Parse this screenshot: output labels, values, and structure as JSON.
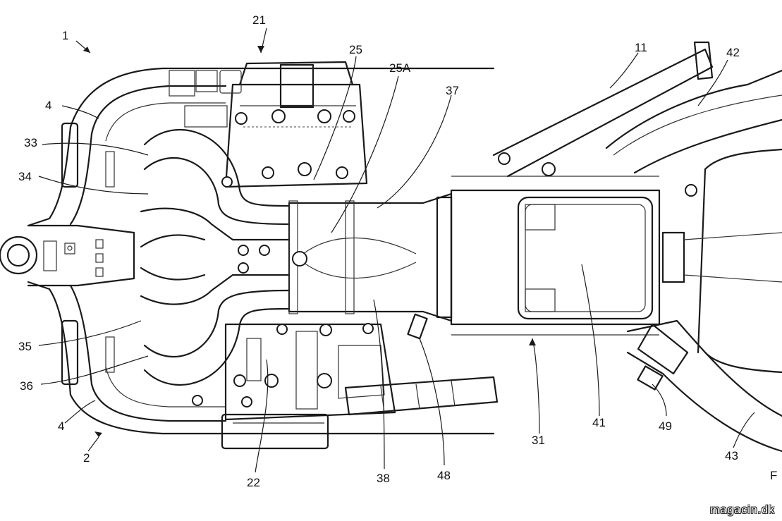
{
  "diagram": {
    "reference_numerals": {
      "r1": "1",
      "r2": "2",
      "r4a": "4",
      "r4b": "4",
      "r11": "11",
      "r21": "21",
      "r22": "22",
      "r25": "25",
      "r25a": "25A",
      "r31": "31",
      "r33": "33",
      "r34": "34",
      "r35": "35",
      "r36": "36",
      "r37": "37",
      "r38": "38",
      "r41": "41",
      "r42": "42",
      "r43": "43",
      "r48": "48",
      "r49": "49",
      "fig": "F"
    }
  },
  "watermark": {
    "text": "magacin.dk"
  }
}
